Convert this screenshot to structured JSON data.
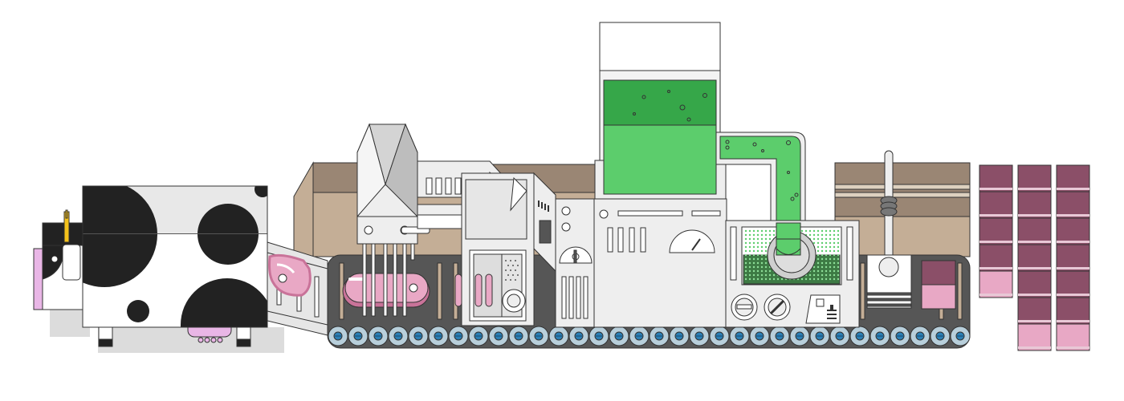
{
  "scene": {
    "background": "#ffffff",
    "outline": "#333333"
  },
  "colors": {
    "box_dark": "#9a8674",
    "box_light": "#c4ae96",
    "box_stripe": "#ddd0bf",
    "conveyor": "#565656",
    "roller": "#b8cfdb",
    "roller_axle": "#2a7fb5",
    "machine": "#eeeeee",
    "machine_shade": "#d4d4d4",
    "meat_pink": "#e9a8c5",
    "meat_pink_dark": "#c97399",
    "slime_green": "#5ccd6c",
    "slime_green_dark": "#36a749",
    "cow_black": "#222222",
    "cow_white": "#ffffff",
    "udder": "#e9b6e6",
    "package_dark": "#8b4f68",
    "package_light": "#e8a8c5",
    "shadow": "#dcdcdc",
    "tag_yellow": "#f4c21b"
  },
  "objects": {
    "cow": "cow-block",
    "meat_slab": "steak-icon",
    "hopper": "hopper-funnel",
    "grinder": "grinder-machine",
    "slime_tank": "green-slime-tank",
    "nuggets": "pink-nugget-row",
    "press": "piston-press",
    "packages": "meat-package-stacks"
  }
}
